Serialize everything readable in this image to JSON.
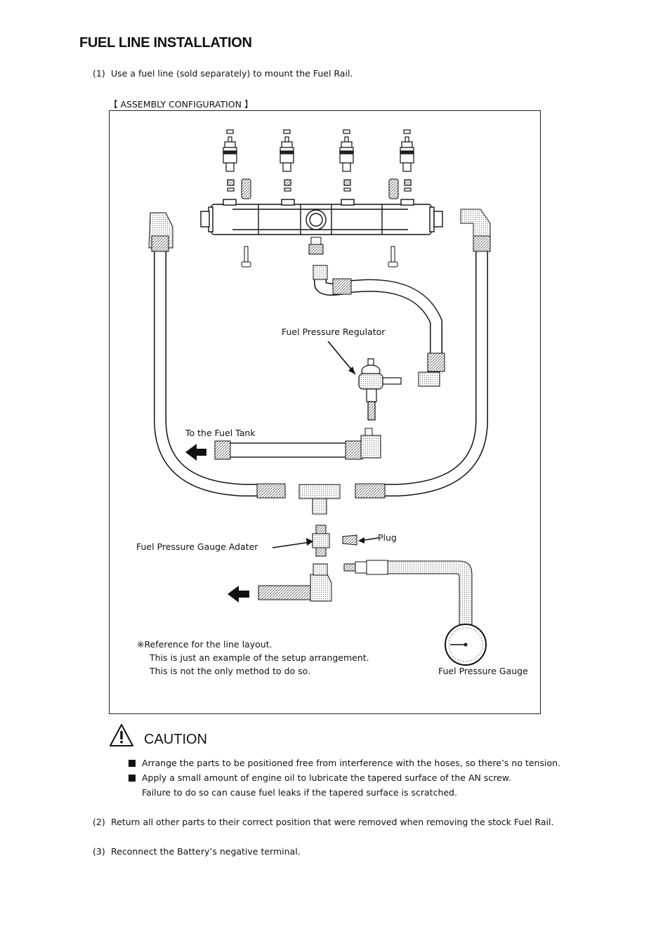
{
  "page": {
    "title": "FUEL LINE INSTALLATION",
    "steps": [
      {
        "num": "(1)",
        "text": "Use a fuel line (sold separately) to mount the Fuel Rail."
      },
      {
        "num": "(2)",
        "text": "Return all other parts to their correct position that were removed when removing the stock Fuel Rail."
      },
      {
        "num": "(3)",
        "text": "Reconnect the Battery’s negative terminal."
      }
    ],
    "config_heading": "【 ASSEMBLY CONFIGURATION 】"
  },
  "diagram": {
    "labels": {
      "regulator": "Fuel Pressure Regulator",
      "tank": "To the Fuel Tank",
      "plug": "Plug",
      "adapter": "Fuel Pressure Gauge Adater",
      "gauge": "Fuel Pressure Gauge"
    },
    "note": {
      "line1": "※Reference for the line layout.",
      "line2": "This is just an example of the setup arrangement.",
      "line3": "This is not the only method to do so."
    }
  },
  "caution": {
    "title": "CAUTION",
    "icon": "warning-triangle-icon",
    "bullets": [
      "Arrange the parts to be positioned free from interference with the hoses, so there’s no tension.",
      "Apply a small amount of engine oil to lubricate the tapered surface of the AN screw."
    ],
    "continuation": "Failure to do so can cause fuel leaks if the tapered surface is scratched."
  }
}
